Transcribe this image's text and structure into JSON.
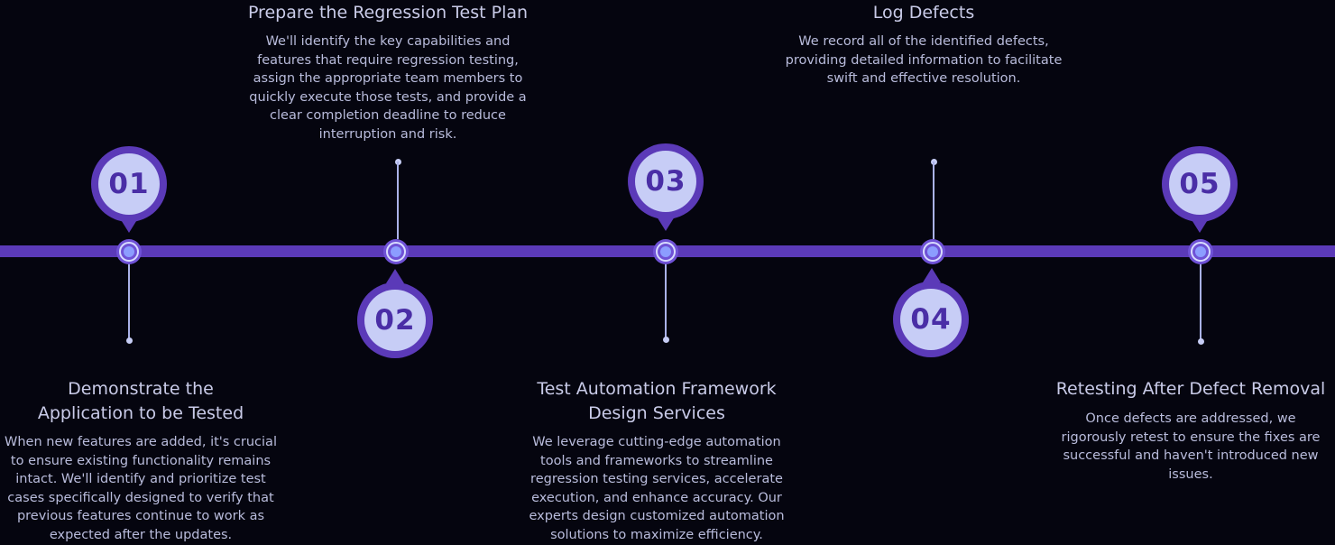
{
  "colors": {
    "background": "#05050f",
    "timeline": "#5b3ab8",
    "badge_fill": "#c7cdf6",
    "badge_text": "#4a2ea6",
    "text": "#c9cbe8"
  },
  "steps": [
    {
      "number": "01",
      "title": "Demonstrate the Application to be Tested",
      "description": "When new features are added, it's crucial to ensure existing functionality remains intact. We'll identify and prioritize test cases specifically designed to verify that previous features continue to work as expected after the updates."
    },
    {
      "number": "02",
      "title": "Prepare the Regression Test Plan",
      "description": "We'll identify the key capabilities and features that require regression testing, assign the appropriate team members to quickly execute those tests, and provide a clear completion deadline to reduce interruption and risk."
    },
    {
      "number": "03",
      "title": "Test Automation Framework Design Services",
      "description": "We leverage cutting-edge automation tools and frameworks to streamline regression testing services, accelerate execution, and enhance accuracy. Our experts design customized automation solutions to maximize efficiency."
    },
    {
      "number": "04",
      "title": "Log Defects",
      "description": "We record all of the identified defects, providing detailed information to facilitate swift and effective resolution."
    },
    {
      "number": "05",
      "title": "Retesting After Defect Removal",
      "description": "Once defects are addressed, we rigorously retest to ensure the fixes are successful and haven't introduced new issues."
    }
  ]
}
